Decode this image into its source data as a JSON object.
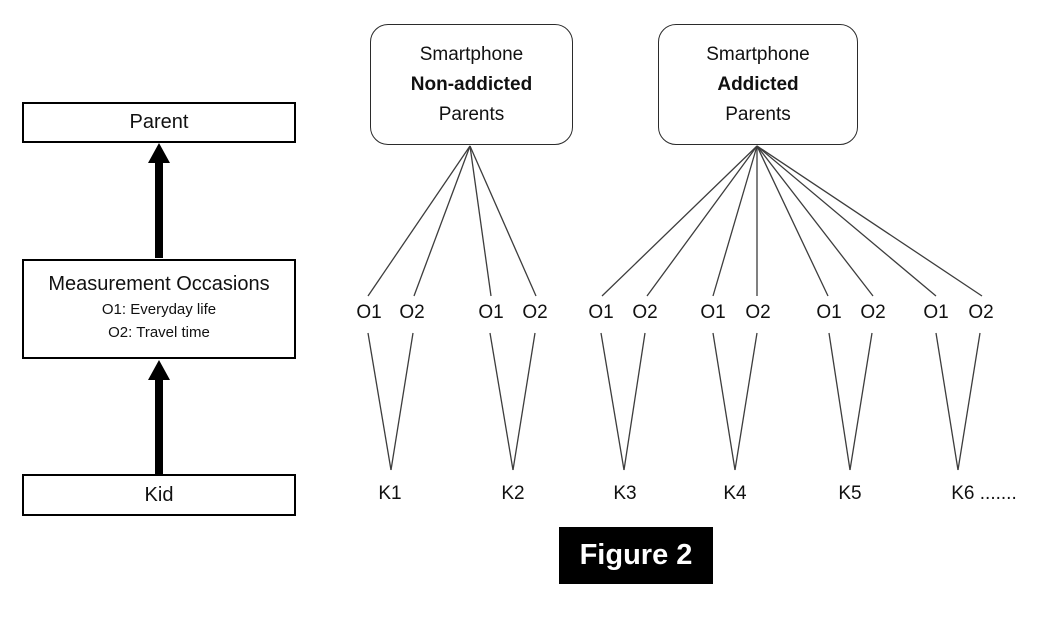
{
  "figure": {
    "caption": "Figure 2",
    "colors": {
      "background": "#ffffff",
      "ink": "#000000",
      "connector_line": "#3d3d3d",
      "caption_bg": "#000000",
      "caption_text": "#ffffff"
    },
    "left_flow": {
      "parent_label": "Parent",
      "measurement": {
        "title": "Measurement Occasions",
        "items": [
          "O1: Everyday life",
          "O2: Travel time"
        ]
      },
      "kid_label": "Kid"
    },
    "parent_groups": [
      {
        "name": "non-addicted",
        "lines": [
          "Smartphone",
          "Non-addicted",
          "Parents"
        ]
      },
      {
        "name": "addicted",
        "lines": [
          "Smartphone",
          "Addicted",
          "Parents"
        ]
      }
    ],
    "occasion_labels": [
      "O1",
      "O2",
      "O1",
      "O2",
      "O1",
      "O2",
      "O1",
      "O2",
      "O1",
      "O2",
      "O1",
      "O2"
    ],
    "kid_labels": [
      "K1",
      "K2",
      "K3",
      "K4",
      "K5",
      "K6 ......."
    ]
  }
}
